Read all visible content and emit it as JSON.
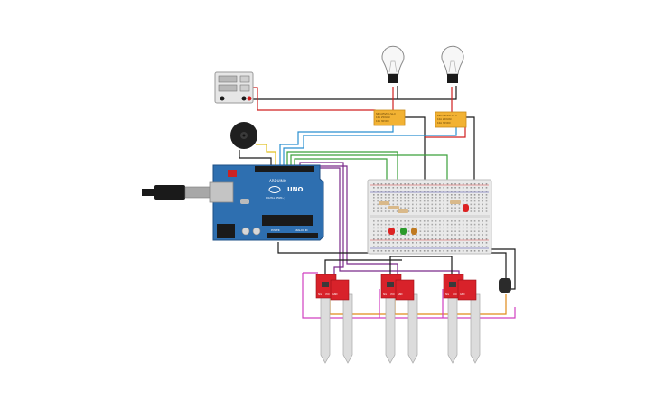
{
  "arduino": {
    "board_label": "UNO",
    "brand": "ARDUINO",
    "digital_header": "DIGITAL (PWM~)",
    "power_header": "POWER",
    "analog_header": "ANALOG IN"
  },
  "relays": [
    {
      "lines": [
        "SRD-05VDC-SL-C",
        "10A 250VAC",
        "10A 30VDC"
      ]
    },
    {
      "lines": [
        "SRD-05VDC-SL-C",
        "10A 250VAC",
        "10A 30VDC"
      ]
    }
  ],
  "soil_sensor": {
    "lines": [
      "SIG",
      "VCC",
      "GND"
    ]
  },
  "colors": {
    "board": "#2e6fb0",
    "sensor_red": "#d8222a",
    "wire_black": "#1a1a1a",
    "wire_red": "#d02020",
    "wire_green": "#3ba03b",
    "wire_blue": "#2a8fd0",
    "wire_purple": "#7a2a8a",
    "wire_orange": "#e08a1a",
    "wire_pink": "#d040c0",
    "wire_yellow": "#e0c020",
    "relay": "#f2b233",
    "breadboard": "#e9e9e9"
  }
}
